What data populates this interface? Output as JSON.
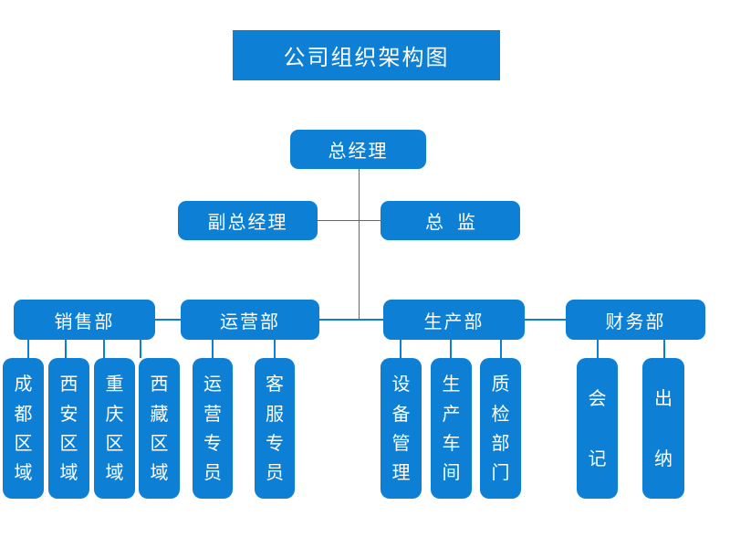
{
  "page": {
    "background_color": "#ffffff",
    "accent_color": "#0d80d5",
    "text_color": "#ffffff"
  },
  "title": {
    "label": "公司组织架构图"
  },
  "org": {
    "root": {
      "label": "总经理"
    },
    "executives": [
      {
        "label": "副总经理"
      },
      {
        "label": "总监"
      }
    ],
    "departments": [
      {
        "label": "销售部",
        "children": [
          "成都区域",
          "西安区域",
          "重庆区域",
          "西藏区域"
        ]
      },
      {
        "label": "运营部",
        "children": [
          "运营专员",
          "客服专员"
        ]
      },
      {
        "label": "生产部",
        "children": [
          "设备管理",
          "生产车间",
          "质检部门"
        ]
      },
      {
        "label": "财务部",
        "children": [
          "会记",
          "出纳"
        ]
      }
    ]
  }
}
